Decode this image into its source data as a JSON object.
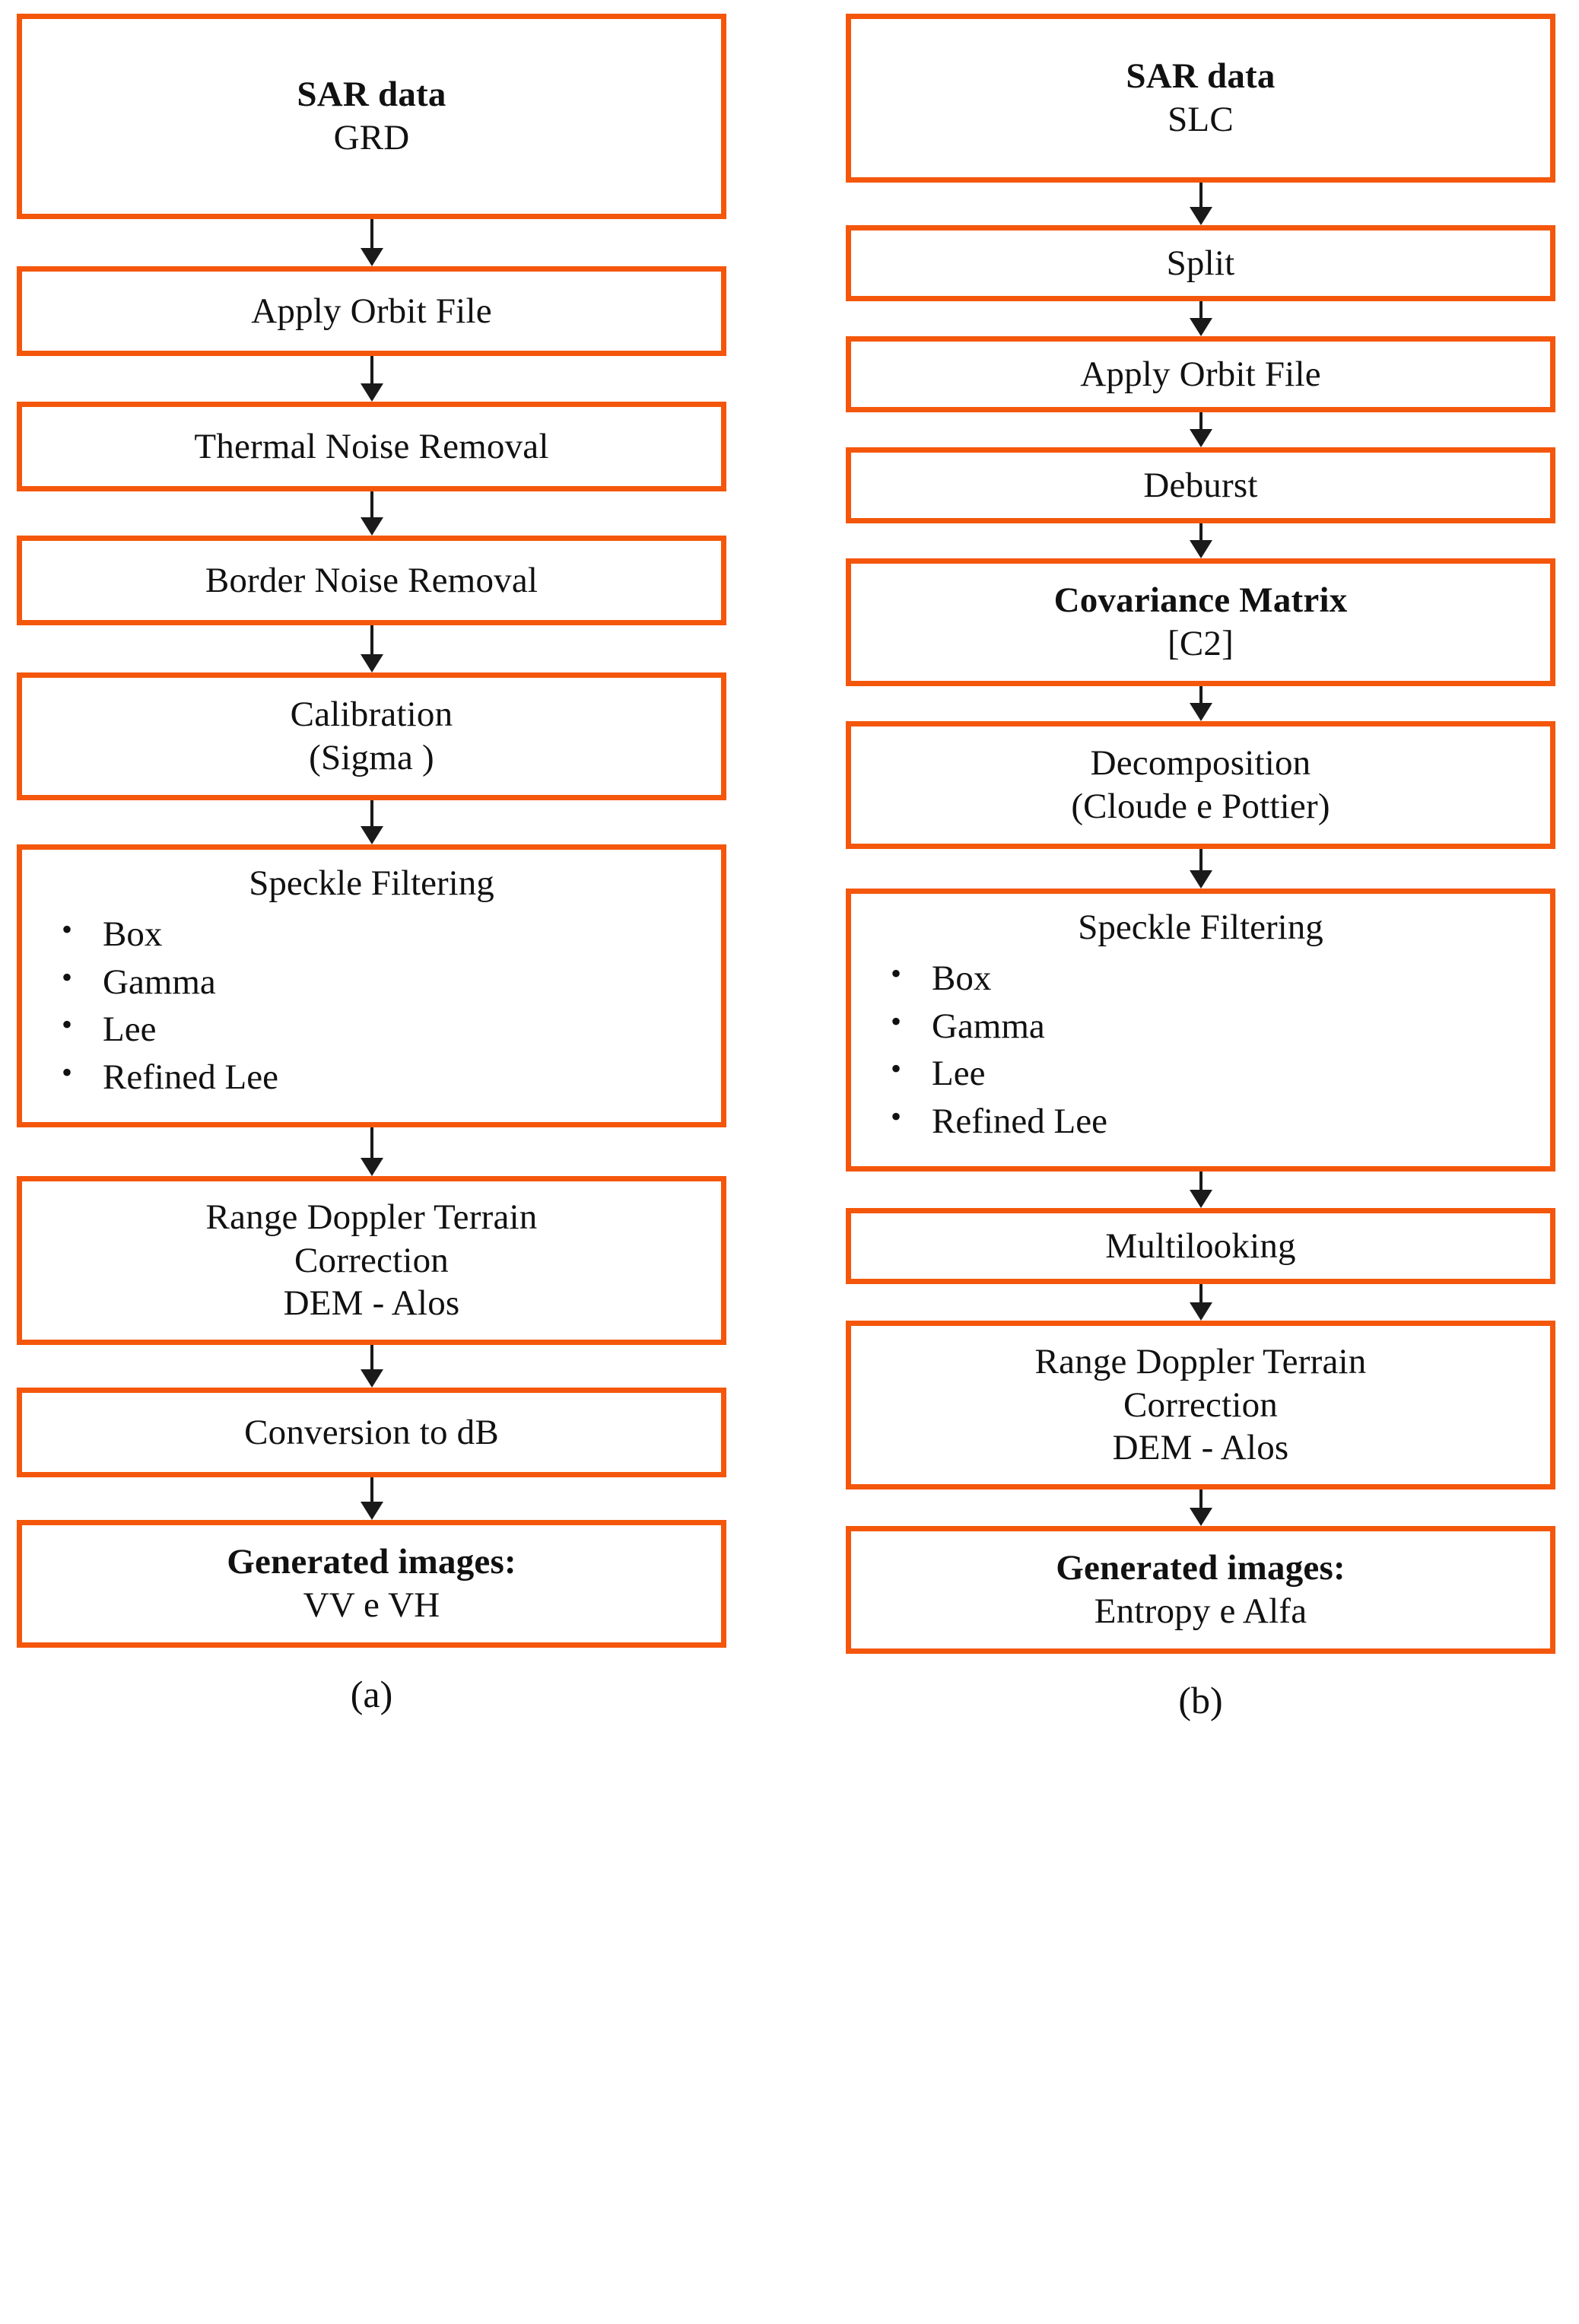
{
  "figure": {
    "border_color": "#f4570b",
    "arrow_color": "#1a1a1a",
    "background": "#ffffff"
  },
  "panels": [
    {
      "id": "panel-a",
      "caption": "(a)",
      "nodes": [
        {
          "id": "sar-data-grd",
          "lines": [
            {
              "text": "SAR data",
              "bold": true
            },
            {
              "text": "GRD",
              "bold": false
            }
          ]
        },
        {
          "id": "apply-orbit-file",
          "lines": [
            {
              "text": "Apply Orbit File",
              "bold": false
            }
          ]
        },
        {
          "id": "thermal-noise-removal",
          "lines": [
            {
              "text": "Thermal Noise Removal",
              "bold": false
            }
          ]
        },
        {
          "id": "border-noise-removal",
          "lines": [
            {
              "text": "Border Noise Removal",
              "bold": false
            }
          ]
        },
        {
          "id": "calibration",
          "lines": [
            {
              "text": "Calibration",
              "bold": false
            },
            {
              "text": "(Sigma )",
              "bold": false
            }
          ]
        },
        {
          "id": "speckle-filtering",
          "heading": "Speckle Filtering",
          "bullets": [
            "Box",
            "Gamma",
            "Lee",
            "Refined Lee"
          ]
        },
        {
          "id": "range-doppler-terrain-correction",
          "lines": [
            {
              "text": "Range Doppler Terrain",
              "bold": false
            },
            {
              "text": "Correction",
              "bold": false
            },
            {
              "text": "DEM - Alos",
              "bold": false
            }
          ]
        },
        {
          "id": "conversion-to-db",
          "lines": [
            {
              "text": "Conversion to dB",
              "bold": false
            }
          ]
        },
        {
          "id": "generated-images",
          "lines": [
            {
              "text": "Generated images:",
              "bold": true
            },
            {
              "text": "VV e VH",
              "bold": false
            }
          ]
        }
      ]
    },
    {
      "id": "panel-b",
      "caption": "(b)",
      "nodes": [
        {
          "id": "sar-data-slc",
          "lines": [
            {
              "text": "SAR data",
              "bold": true
            },
            {
              "text": "SLC",
              "bold": false
            }
          ]
        },
        {
          "id": "split",
          "lines": [
            {
              "text": "Split",
              "bold": false
            }
          ]
        },
        {
          "id": "apply-orbit-file",
          "lines": [
            {
              "text": "Apply Orbit File",
              "bold": false
            }
          ]
        },
        {
          "id": "deburst",
          "lines": [
            {
              "text": "Deburst",
              "bold": false
            }
          ]
        },
        {
          "id": "covariance-matrix",
          "lines": [
            {
              "text": "Covariance Matrix",
              "bold": true
            },
            {
              "text": "[C2]",
              "bold": false
            }
          ]
        },
        {
          "id": "decomposition",
          "lines": [
            {
              "text": "Decomposition",
              "bold": false
            },
            {
              "text": "(Cloude e Pottier)",
              "bold": false
            }
          ]
        },
        {
          "id": "speckle-filtering",
          "heading": "Speckle Filtering",
          "bullets": [
            "Box",
            "Gamma",
            "Lee",
            "Refined Lee"
          ]
        },
        {
          "id": "multilooking",
          "lines": [
            {
              "text": "Multilooking",
              "bold": false
            }
          ]
        },
        {
          "id": "range-doppler-terrain-correction",
          "lines": [
            {
              "text": "Range Doppler Terrain",
              "bold": false
            },
            {
              "text": "Correction",
              "bold": false
            },
            {
              "text": "DEM - Alos",
              "bold": false
            }
          ]
        },
        {
          "id": "generated-images",
          "lines": [
            {
              "text": "Generated images:",
              "bold": true
            },
            {
              "text": "Entropy e Alfa",
              "bold": false
            }
          ]
        }
      ]
    }
  ]
}
